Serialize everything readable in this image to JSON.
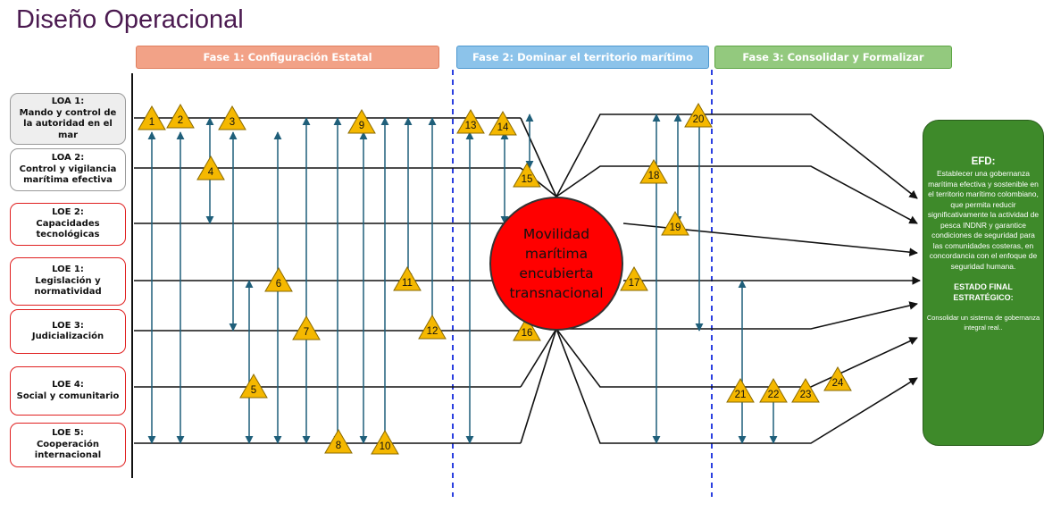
{
  "title": "Diseño Operacional",
  "phases": [
    "Fase 1: Configuración Estatal",
    "Fase 2: Dominar el territorio marítimo",
    "Fase 3: Consolidar y Formalizar"
  ],
  "lines": [
    {
      "label": "LOA 1:\nMando y control de la autoridad en el mar",
      "kind": "loa"
    },
    {
      "label": "LOA 2:\nControl y vigilancia marítima efectiva",
      "kind": "loa"
    },
    {
      "label": "LOE 2:\nCapacidades tecnológicas",
      "kind": "loe"
    },
    {
      "label": "LOE 1:\nLegislación y normatividad",
      "kind": "loe"
    },
    {
      "label": "LOE 3:\nJudicialización",
      "kind": "loe"
    },
    {
      "label": "LOE 4:\nSocial y comunitario",
      "kind": "loe"
    },
    {
      "label": "LOE 5:\nCooperación internacional",
      "kind": "loe"
    }
  ],
  "center": "Movilidad\nmarítima\nencubierta\ntransnacional",
  "efd": {
    "title": "EFD:",
    "text": "Establecer una gobernanza marítima efectiva y sostenible en el territorio marítimo colombiano, que permita reducir significativamente la actividad de pesca INDNR y garantice condiciones de seguridad para las comunidades costeras, en concordancia con el enfoque de seguridad humana.",
    "subtitle": "ESTADO FINAL ESTRATÉGICO:",
    "subtext": "Consolidar un sistema de gobernanza integral real.."
  },
  "markers": [
    "1",
    "2",
    "3",
    "4",
    "5",
    "6",
    "7",
    "8",
    "9",
    "10",
    "11",
    "12",
    "13",
    "14",
    "15",
    "16",
    "17",
    "18",
    "19",
    "20",
    "21",
    "22",
    "23",
    "24"
  ],
  "colors": {
    "phase1": "#f2a287",
    "phase2": "#8cc3ea",
    "phase3": "#93c97e",
    "arrow": "#1f5f7a",
    "marker": "#f5b800",
    "center": "#ff0000",
    "efd": "#3e8a2a"
  }
}
